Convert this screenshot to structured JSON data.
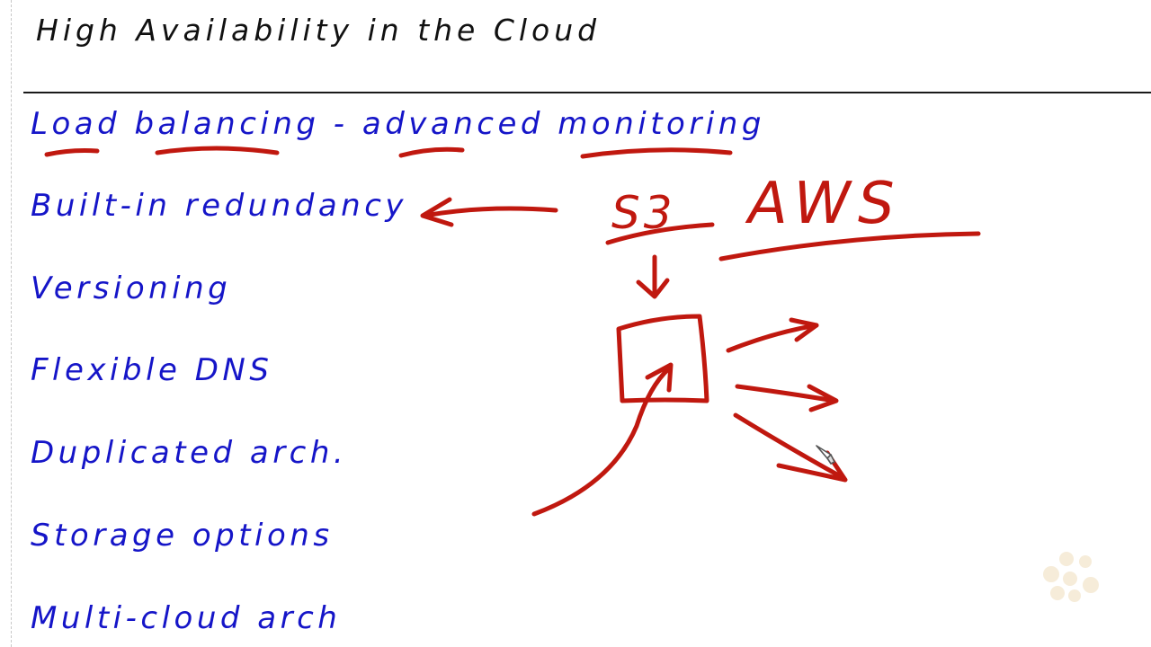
{
  "title": "High Availability in the Cloud",
  "items": [
    "Load balancing - advanced monitoring",
    "Built-in redundancy",
    "Versioning",
    "Flexible DNS",
    "Duplicated arch.",
    "Storage options",
    "Multi-cloud arch"
  ],
  "annotations": {
    "s3": "S3",
    "aws": "AWS"
  },
  "colors": {
    "title_ink": "#111111",
    "list_ink": "#1515c8",
    "annotation_ink": "#c0180f",
    "logo": "#f6ecd9"
  },
  "icons": {
    "cursor": "pencil-cursor-icon",
    "logo": "dots-logo-icon"
  }
}
